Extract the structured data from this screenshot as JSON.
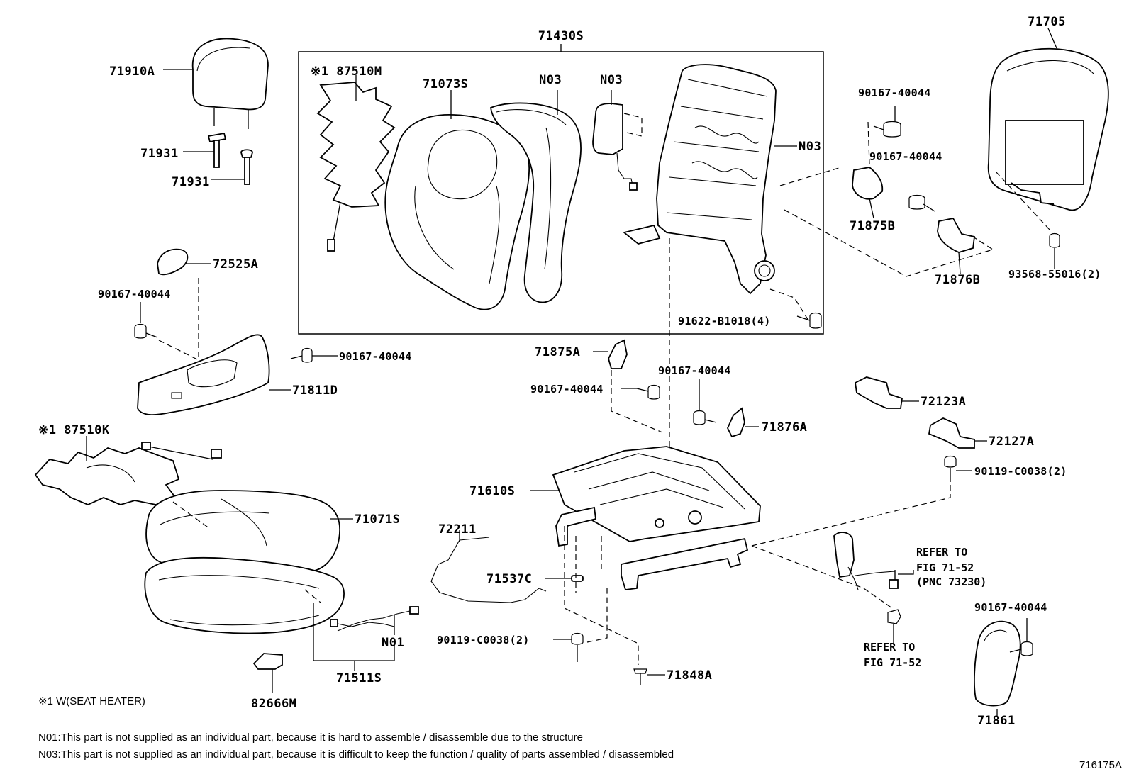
{
  "labels": {
    "p71430S": "71430S",
    "p71705": "71705",
    "p71910A": "71910A",
    "p71931a": "71931",
    "p71931b": "71931",
    "p87510M": "※1 87510M",
    "p71073S": "71073S",
    "n03a": "N03",
    "n03b": "N03",
    "n03c": "N03",
    "p90167_a": "90167-40044",
    "p90167_b": "90167-40044",
    "p71875B": "71875B",
    "p71876B": "71876B",
    "p93568": "93568-55016(2)",
    "p72525A": "72525A",
    "p90167_c": "90167-40044",
    "p91622": "91622-B1018(4)",
    "p90167_d": "90167-40044",
    "p71875A": "71875A",
    "p71811D": "71811D",
    "p90167_e": "90167-40044",
    "p90167_f": "90167-40044",
    "p72123A": "72123A",
    "p87510K": "※1 87510K",
    "p71876A": "71876A",
    "p72127A": "72127A",
    "p90119_a": "90119-C0038(2)",
    "p71610S": "71610S",
    "p71071S": "71071S",
    "p72211": "72211",
    "ref1_l1": "REFER TO",
    "ref1_l2": "FIG 71-52",
    "ref1_l3": "(PNC 73230)",
    "p71537C": "71537C",
    "p90167_g": "90167-40044",
    "n01": "N01",
    "p90119_b": "90119-C0038(2)",
    "ref2_l1": "REFER TO",
    "ref2_l2": "FIG 71-52",
    "p71848A": "71848A",
    "p71511S": "71511S",
    "p82666M": "82666M",
    "p71861": "71861"
  },
  "notes": {
    "seat_heater": "※1 W(SEAT HEATER)",
    "n01": "N01:This part is not supplied as an individual part, because it is hard to assemble / disassemble due to the structure",
    "n03": "N03:This part is not supplied as an individual part, because it is difficult to keep the function / quality of parts assembled / disassembled"
  },
  "figure_id": "716175A"
}
